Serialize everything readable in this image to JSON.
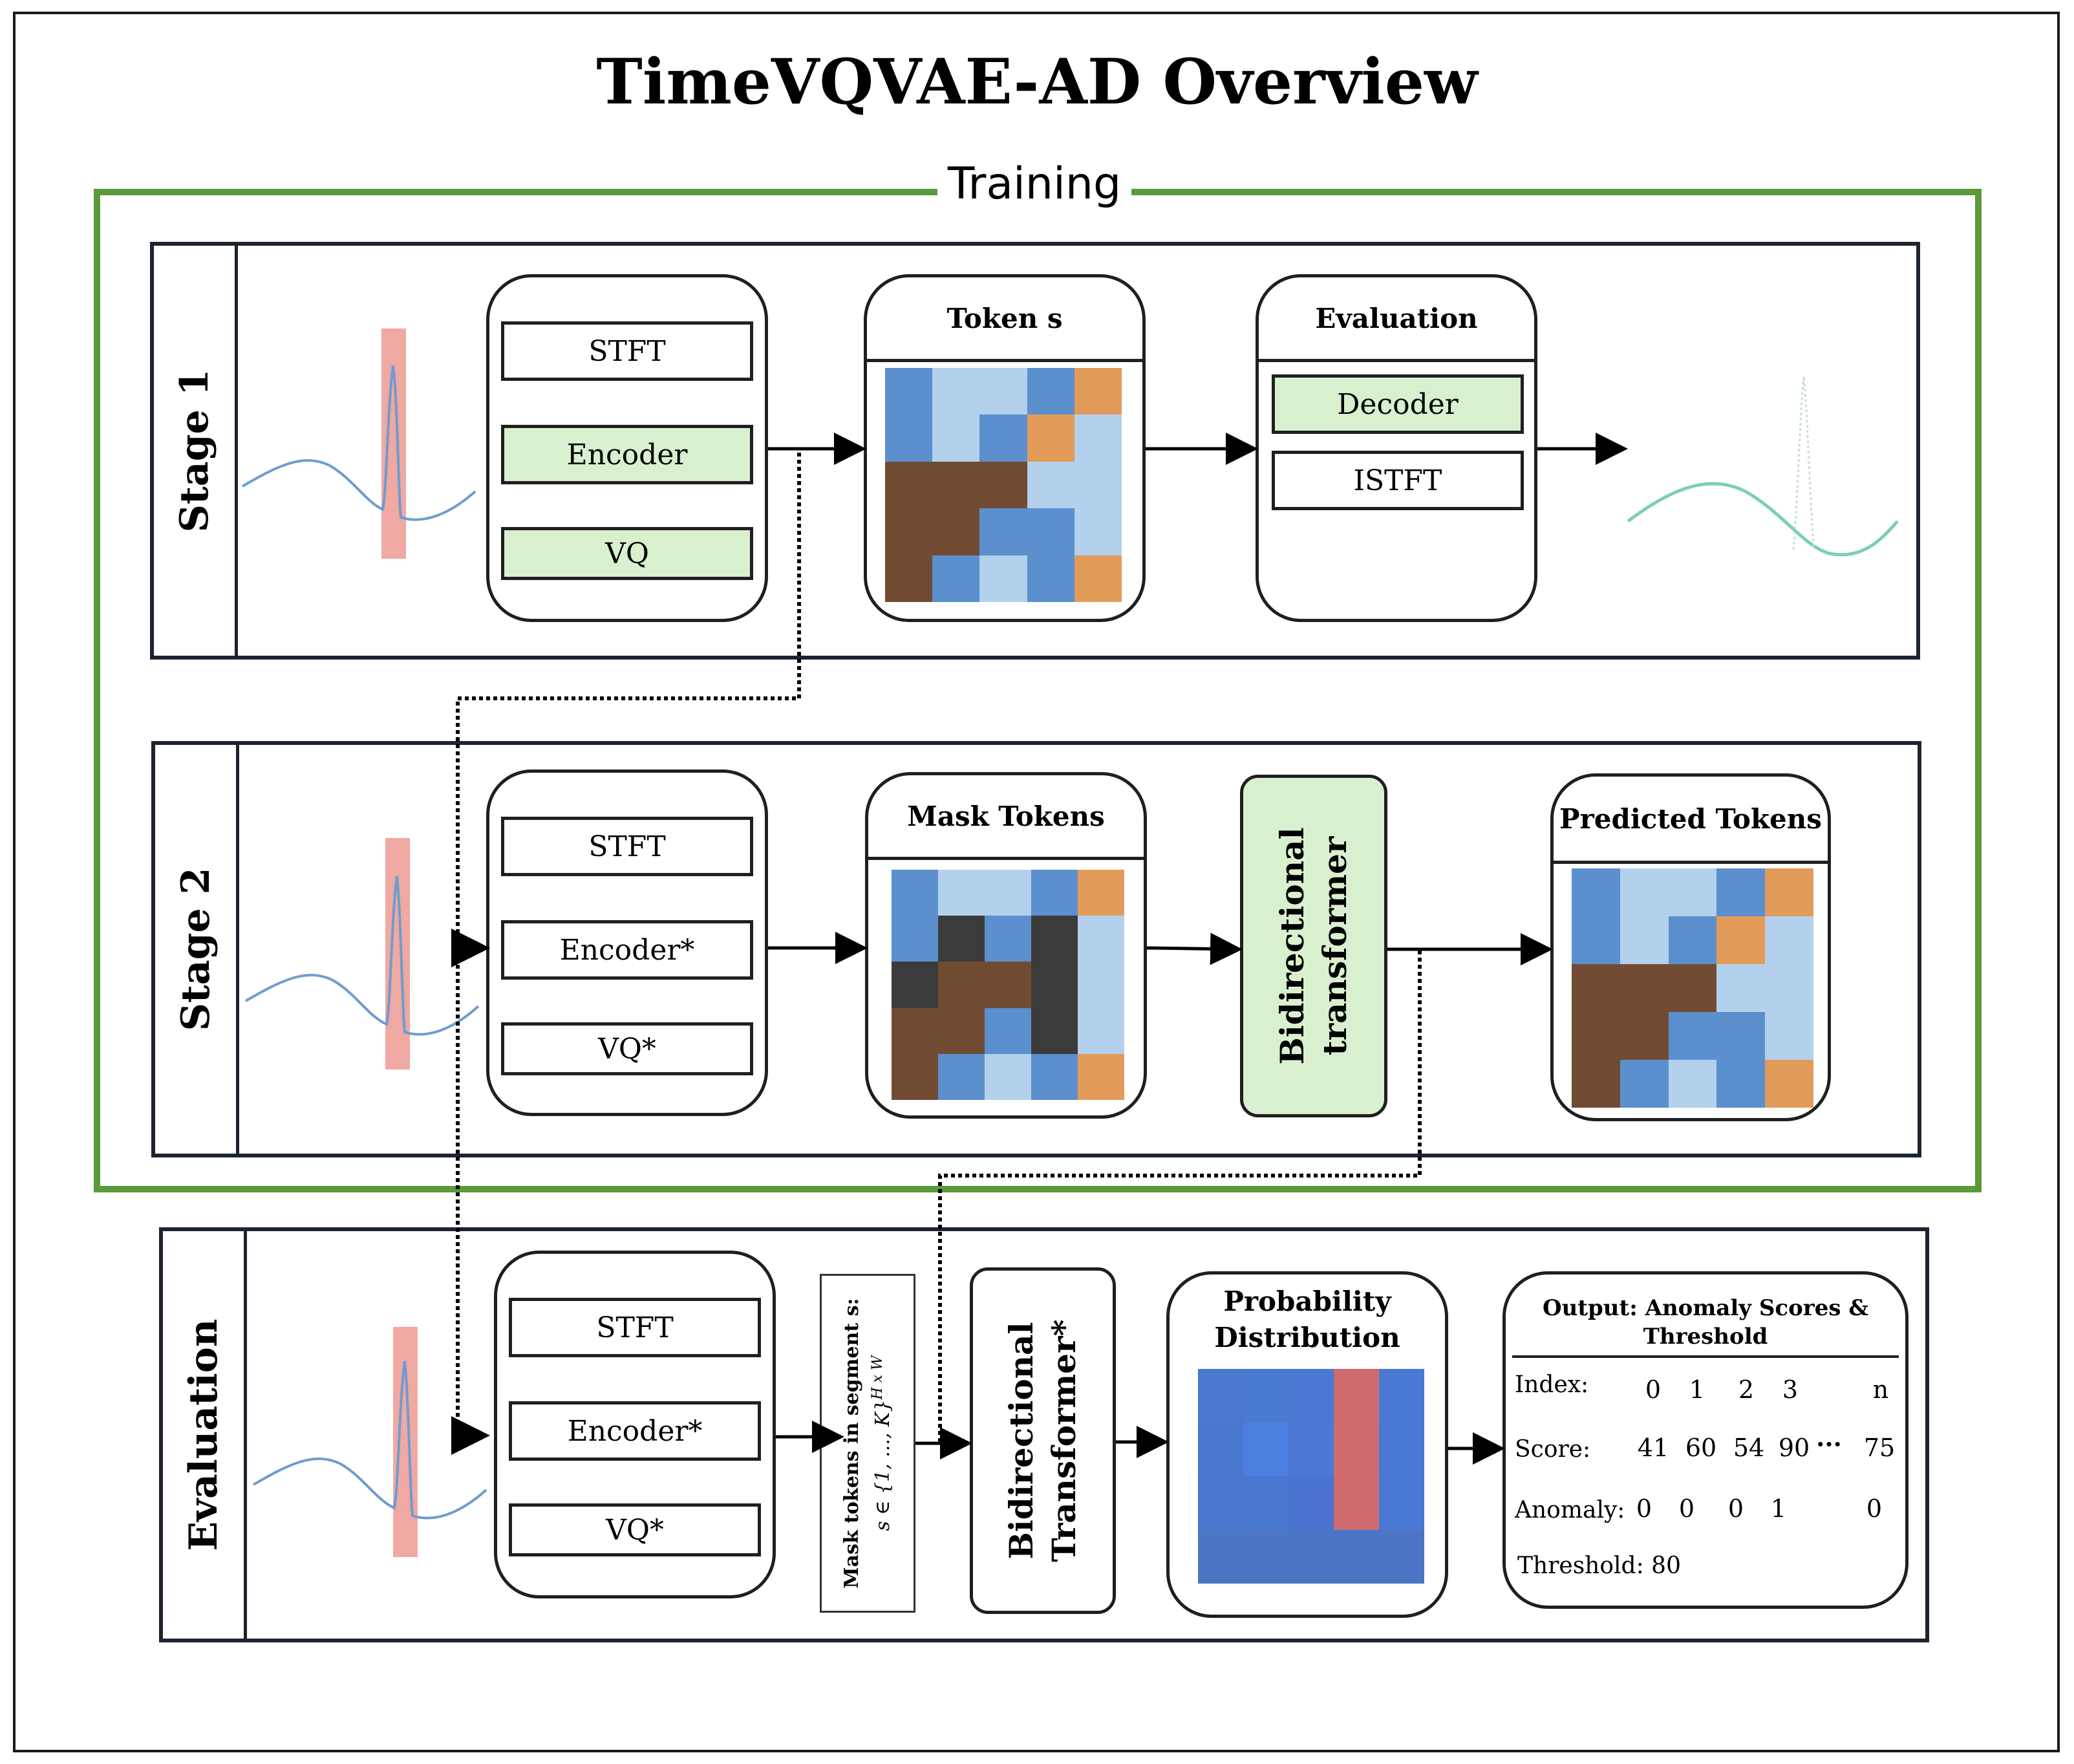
{
  "title": "TimeVQVAE-AD Overview",
  "training_label": "Training",
  "stage1": {
    "label": "Stage 1",
    "encoder_blocks": [
      "STFT",
      "Encoder",
      "VQ"
    ],
    "tokens_header": "Token s",
    "evaluation_header": "Evaluation",
    "eval_blocks": [
      "Decoder",
      "ISTFT"
    ]
  },
  "stage2": {
    "label": "Stage 2",
    "encoder_blocks": [
      "STFT",
      "Encoder*",
      "VQ*"
    ],
    "mask_header": "Mask Tokens",
    "transformer_label": [
      "Bidirectional",
      "transformer"
    ],
    "predicted_header": "Predicted Tokens"
  },
  "evaluation": {
    "label": "Evaluation",
    "encoder_blocks": [
      "STFT",
      "Encoder*",
      "VQ*"
    ],
    "mask_text_line1": "Mask tokens in segment s:",
    "mask_text_line2": "s ∈ {1, ..., K}",
    "mask_text_sup": "H x W",
    "transformer_label": [
      "Bidirectional",
      "Transformer*"
    ],
    "prob_header": [
      "Probability",
      "Distribution"
    ],
    "output": {
      "title_line1": "Output: Anomaly Scores &",
      "title_line2": "Threshold",
      "index_label": "Index:",
      "score_label": "Score:",
      "anomaly_label": "Anomaly:",
      "threshold_label": "Threshold: 80",
      "index_values": [
        "0",
        "1",
        "2",
        "3",
        "n"
      ],
      "score_values": [
        "41",
        "60",
        "54",
        "90",
        "75"
      ],
      "anomaly_values": [
        "0",
        "0",
        "0",
        "1",
        "0"
      ],
      "ellipsis": "···"
    }
  },
  "colors": {
    "training_border": "#5b9a3a",
    "green_fill": "#d9f0cf",
    "highlight": "#f0a8a3",
    "token_dark_blue": "#5b8fce",
    "token_light_blue": "#b3d1ec",
    "token_orange": "#e39b5a",
    "token_brown": "#714c33",
    "token_mask": "#3b3b3b"
  }
}
